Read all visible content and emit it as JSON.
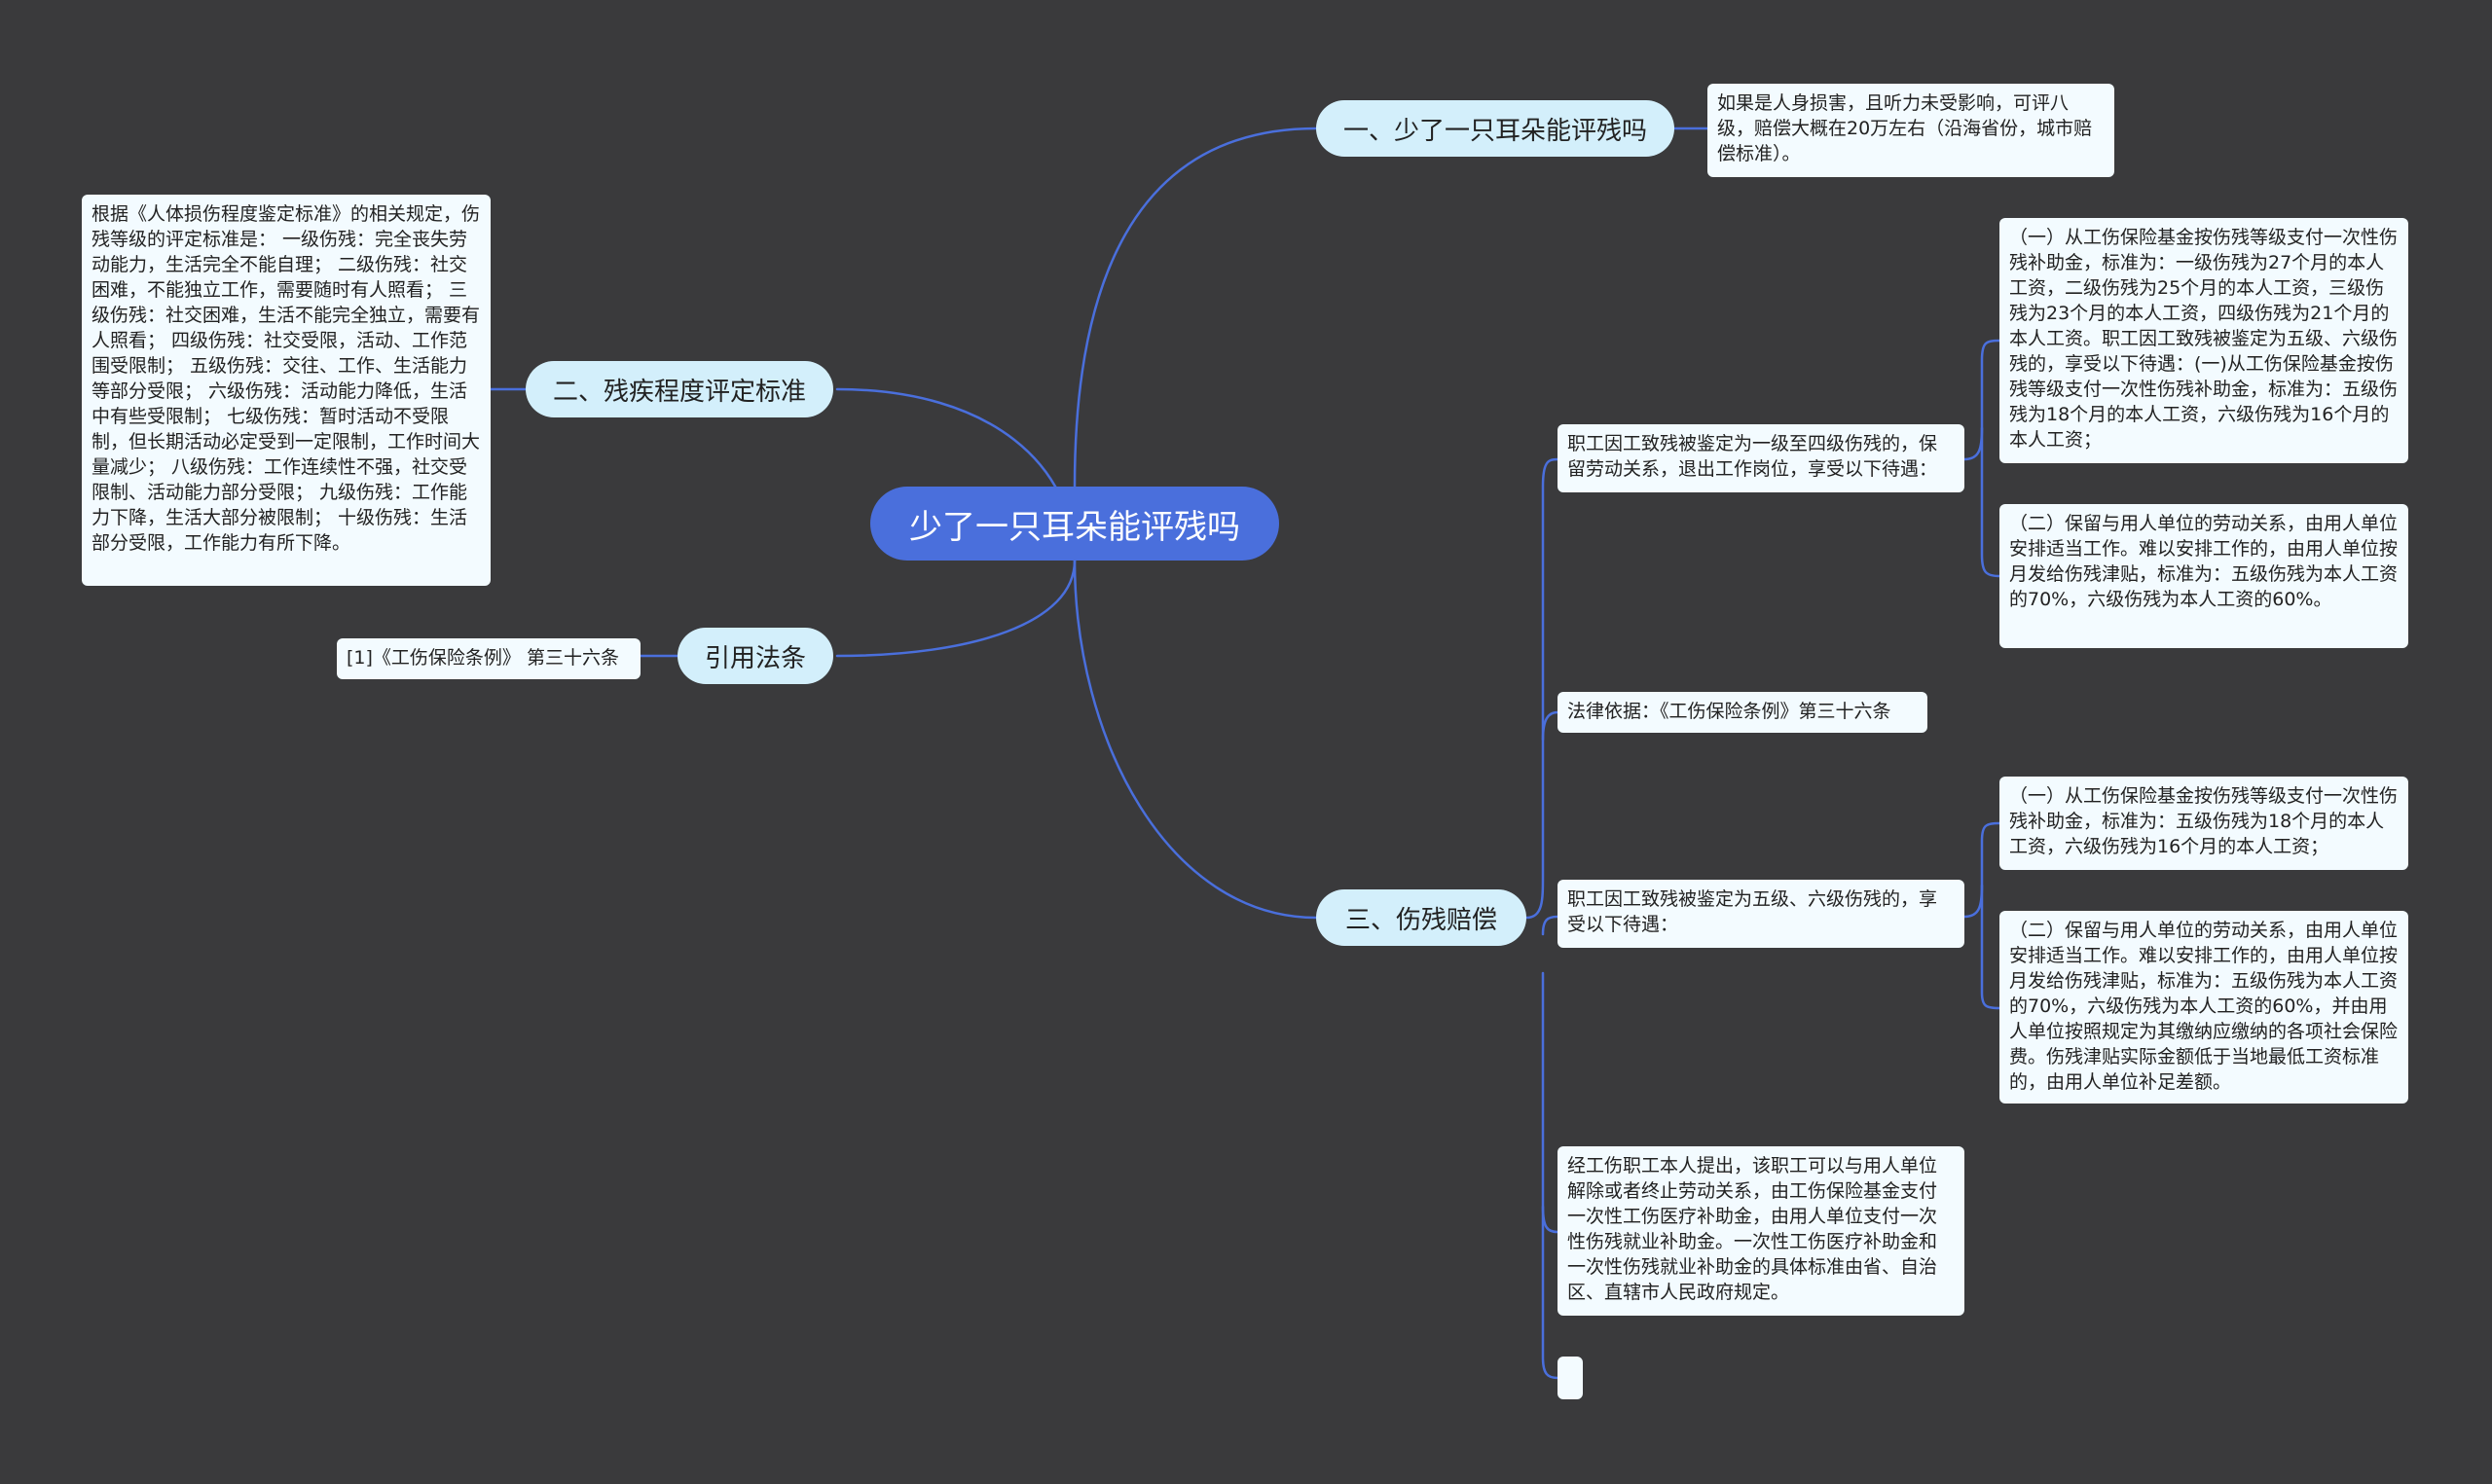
{
  "central": "少了一只耳朵能评残吗",
  "branches": {
    "b1": "一、少了一只耳朵能评残吗",
    "b2": "二、残疾程度评定标准",
    "b3": "引用法条",
    "b4": "三、伤残赔偿"
  },
  "leaves": {
    "b1_text": "如果是人身损害，且听力未受影响，可评八级，赔偿大概在20万左右（沿海省份，城市赔偿标准）。",
    "b2_text": "根据《人体损伤程度鉴定标准》的相关规定，伤残等级的评定标准是： 一级伤残：完全丧失劳动能力，生活完全不能自理； 二级伤残：社交困难，不能独立工作，需要随时有人照看； 三级伤残：社交困难，生活不能完全独立，需要有人照看； 四级伤残：社交受限，活动、工作范围受限制； 五级伤残：交往、工作、生活能力等部分受限； 六级伤残：活动能力降低，生活中有些受限制； 七级伤残：暂时活动不受限制，但长期活动必定受到一定限制，工作时间大量减少； 八级伤残：工作连续性不强，社交受限制、活动能力部分受限； 九级伤残：工作能力下降，生活大部分被限制； 十级伤残：生活部分受限，工作能力有所下降。",
    "b3_text": "[1]《工伤保险条例》 第三十六条",
    "b4_1": "职工因工致残被鉴定为一级至四级伤残的，保留劳动关系，退出工作岗位，享受以下待遇：",
    "b4_1_a": "（一）从工伤保险基金按伤残等级支付一次性伤残补助金，标准为：一级伤残为27个月的本人工资，二级伤残为25个月的本人工资，三级伤残为23个月的本人工资，四级伤残为21个月的本人工资。职工因工致残被鉴定为五级、六级伤残的，享受以下待遇：(一)从工伤保险基金按伤残等级支付一次性伤残补助金，标准为：五级伤残为18个月的本人工资，六级伤残为16个月的本人工资；",
    "b4_1_b": "（二）保留与用人单位的劳动关系，由用人单位安排适当工作。难以安排工作的，由用人单位按月发给伤残津贴，标准为：五级伤残为本人工资的70%，六级伤残为本人工资的60%。",
    "b4_2": "法律依据：《工伤保险条例》第三十六条",
    "b4_3": "职工因工致残被鉴定为五级、六级伤残的，享受以下待遇：",
    "b4_3_a": "（一）从工伤保险基金按伤残等级支付一次性伤残补助金，标准为：五级伤残为18个月的本人工资，六级伤残为16个月的本人工资；",
    "b4_3_b": "（二）保留与用人单位的劳动关系，由用人单位安排适当工作。难以安排工作的，由用人单位按月发给伤残津贴，标准为：五级伤残为本人工资的70%，六级伤残为本人工资的60%，并由用人单位按照规定为其缴纳应缴纳的各项社会保险费。伤残津贴实际金额低于当地最低工资标准的，由用人单位补足差额。",
    "b4_4": "经工伤职工本人提出，该职工可以与用人单位解除或者终止劳动关系，由工伤保险基金支付一次性工伤医疗补助金，由用人单位支付一次性伤残就业补助金。一次性工伤医疗补助金和一次性伤残就业补助金的具体标准由省、自治区、直辖市人民政府规定。",
    "b4_5": ""
  },
  "colors": {
    "background": "#3a3a3c",
    "central": "#4a6fdc",
    "branch": "#d3effb",
    "leaf": "#f3fbff",
    "connector": "#4a6fdc"
  }
}
